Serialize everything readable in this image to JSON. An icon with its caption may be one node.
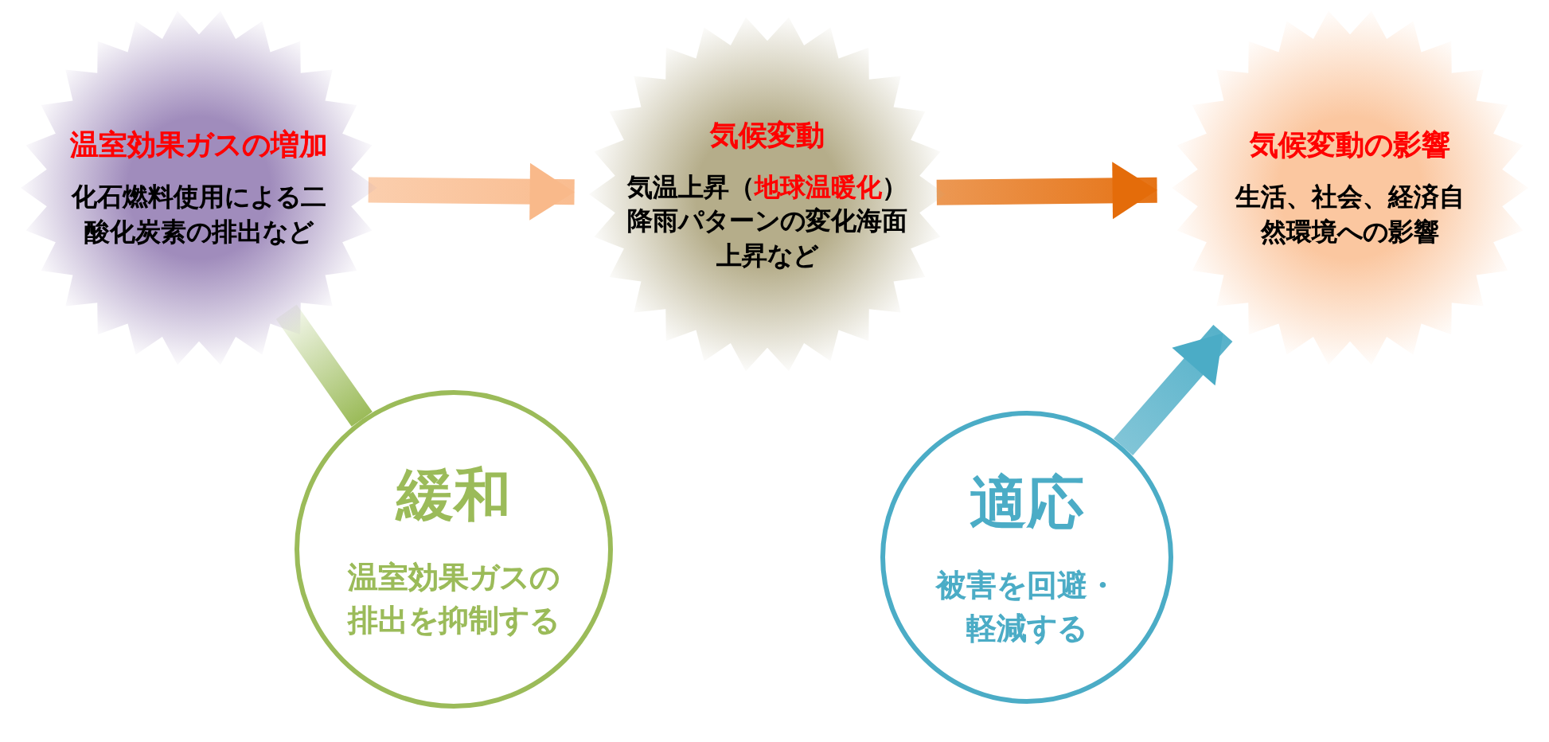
{
  "diagram": {
    "nodes": [
      {
        "text": [
          "温室効果ガスの増加",
          "化石燃料使用による二酸化炭素の排出など"
        ]
      },
      {
        "text": [
          "気候変動",
          "気温上昇（*地球温暖化*）降雨パターンの変化海面上昇など"
        ]
      },
      {
        "text": [
          "気候変動の影響",
          "生活、社会、経済自然環境への影響"
        ]
      },
      {
        "text": [
          "緩和",
          "温室効果ガスの排出を抑制する"
        ]
      },
      {
        "text": [
          "適応",
          "被害を回避・軽減する"
        ]
      }
    ],
    "edges": [
      {
        "from": 0,
        "to": 1,
        "arrow": "to",
        "color": "#f9b98a"
      },
      {
        "from": 1,
        "to": 2,
        "arrow": "to",
        "color": "#e46c0a"
      },
      {
        "from": 3,
        "to": 0,
        "arrow": "none",
        "color": "#9bbb59"
      },
      {
        "from": 4,
        "to": 2,
        "arrow": "to",
        "color": "#4bacc6"
      }
    ]
  }
}
